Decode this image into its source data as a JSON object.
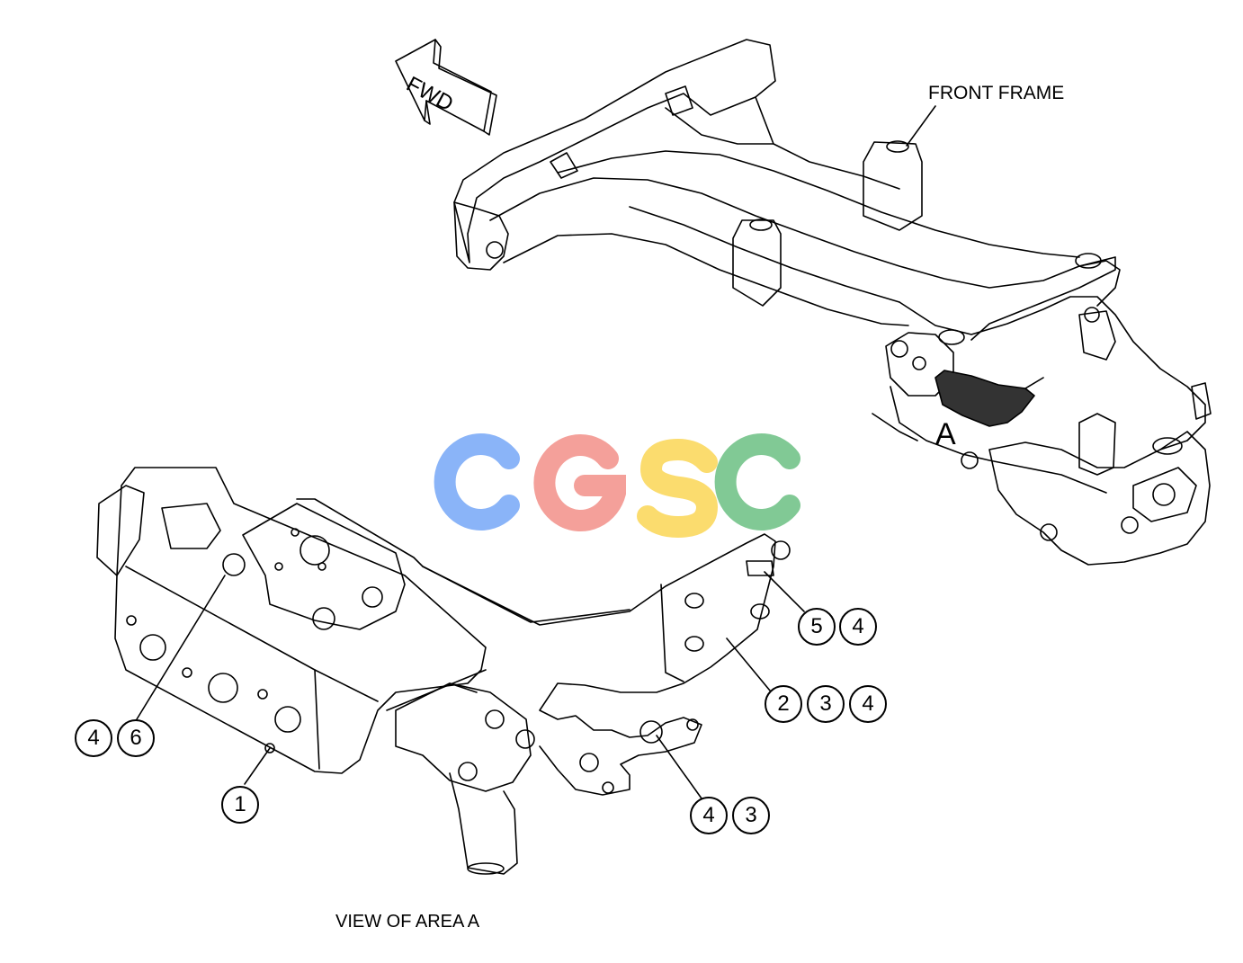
{
  "labels": {
    "fwd": "FWD",
    "front_frame": "FRONT FRAME",
    "area_marker": "A",
    "view_caption": "VIEW OF AREA A",
    "watermark": "CGSC"
  },
  "callouts": {
    "group_5_4": [
      "5",
      "4"
    ],
    "group_2_3_4": [
      "2",
      "3",
      "4"
    ],
    "group_4_6": [
      "4",
      "6"
    ],
    "group_1": [
      "1"
    ],
    "group_4_3": [
      "4",
      "3"
    ]
  },
  "colors": {
    "line": "#000000",
    "watermark_c1": "#8ab4f8",
    "watermark_g": "#f4a09a",
    "watermark_s": "#fbdc6e",
    "watermark_c2": "#81c995"
  }
}
